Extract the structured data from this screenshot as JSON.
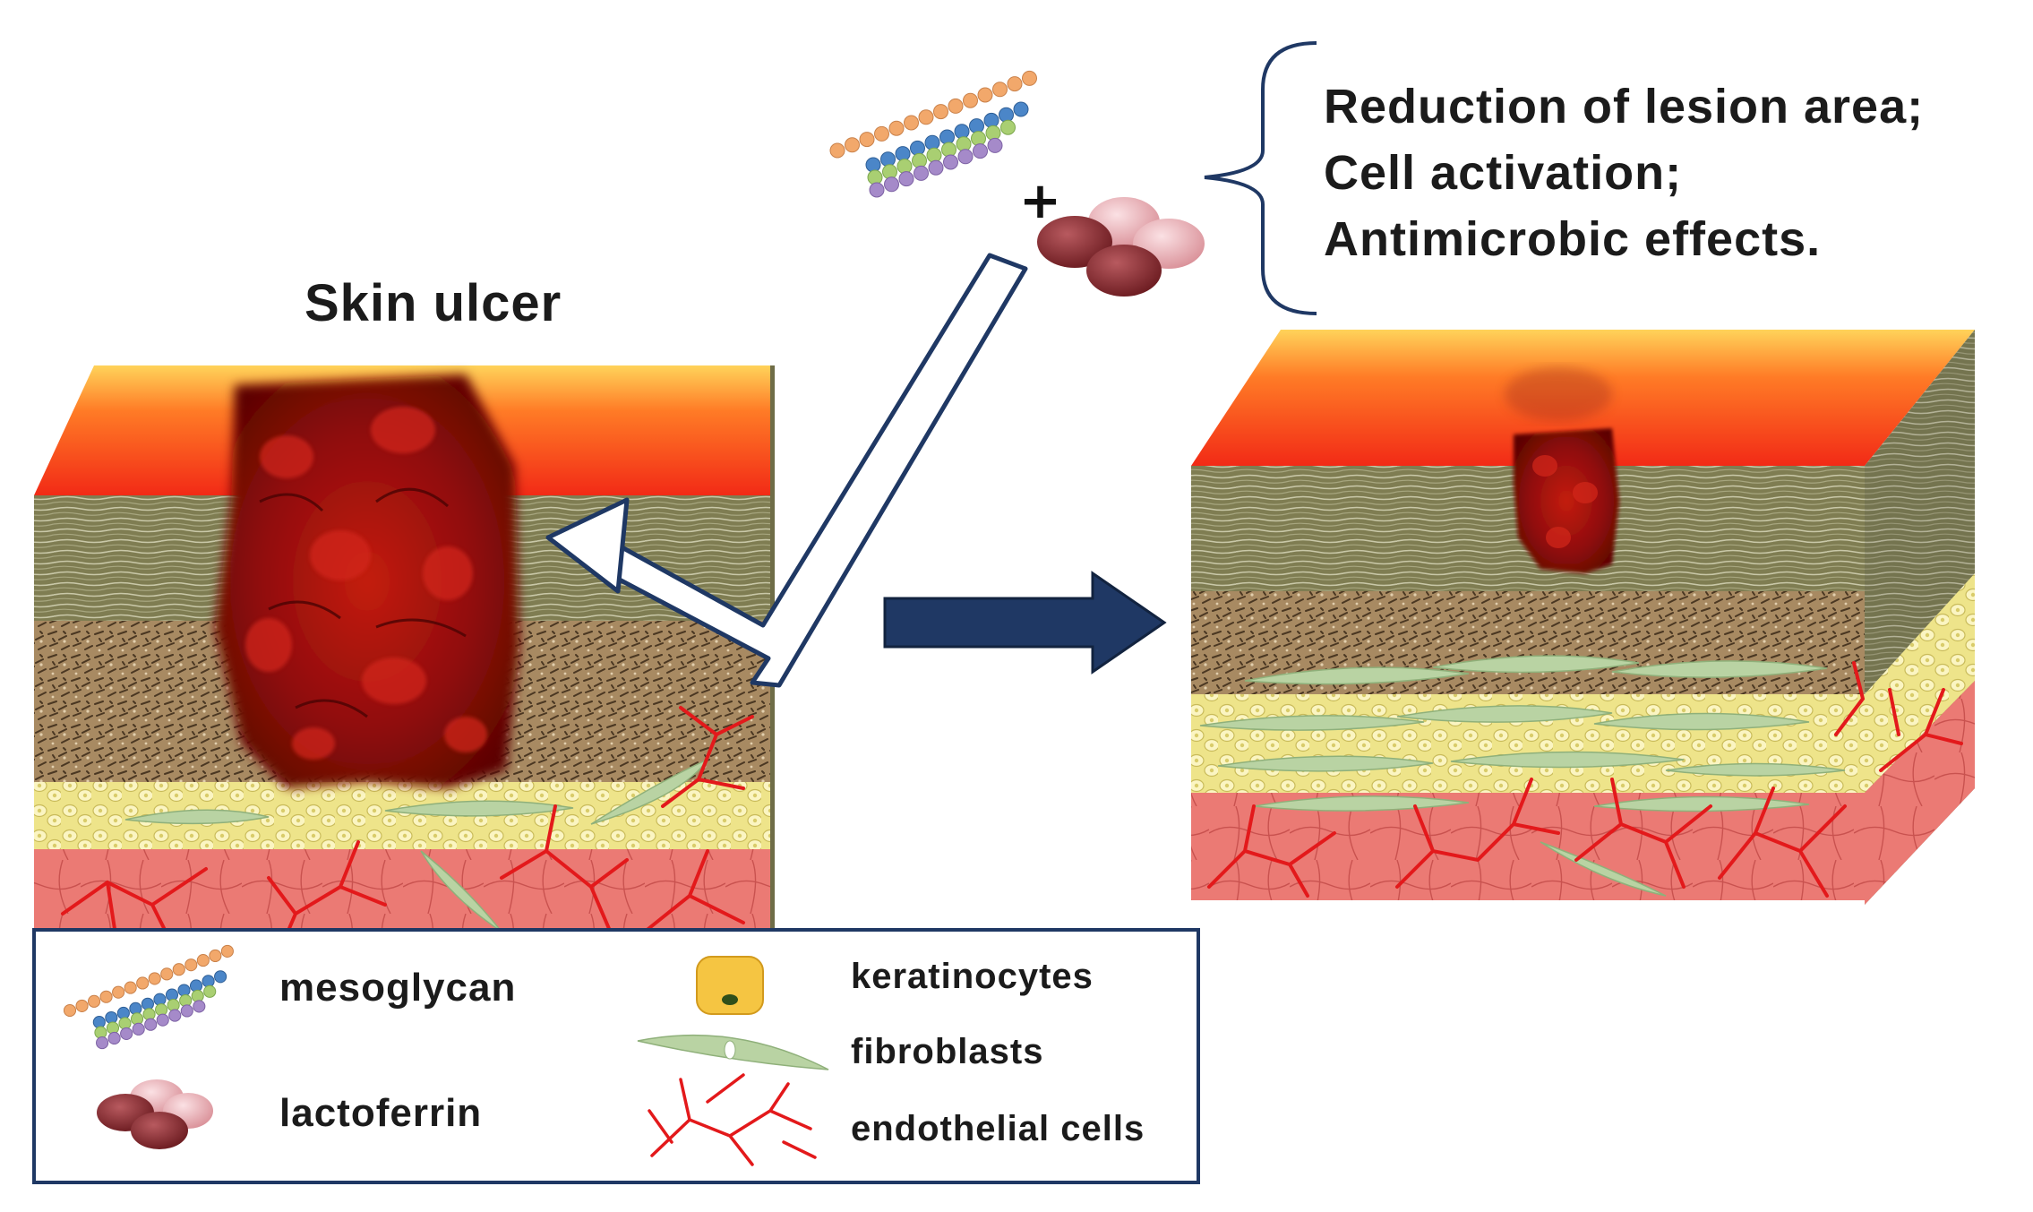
{
  "title": "Skin ulcer",
  "effects": [
    "Reduction of lesion area;",
    "Cell activation;",
    "Antimicrobic effects."
  ],
  "plus_sign": "+",
  "legend": {
    "mesoglycan": "mesoglycan",
    "lactoferrin": "lactoferrin",
    "keratinocytes": "keratinocytes",
    "fibroblasts": "fibroblasts",
    "endothelial": "endothelial cells"
  },
  "colors": {
    "epidermis_top": "#f23a1a",
    "epidermis_glow": "#ffd35a",
    "dermis_striated": "#7f7d52",
    "dermis_fiber": "#a88a62",
    "keratinocyte_layer": "#eee48a",
    "hypodermis": "#eb7a74",
    "vessels": "#e3191b",
    "ulcer": "#8c0a08",
    "fibroblast": "#b9d3a3",
    "arrow_dark": "#1f3864",
    "lactoferrin_dark": "#7a1f24",
    "lactoferrin_light": "#e9a8ae",
    "bead_orange": "#f2a86b",
    "bead_blue": "#4b86c8",
    "bead_green": "#a9cf72",
    "bead_purple": "#a58ac9"
  }
}
